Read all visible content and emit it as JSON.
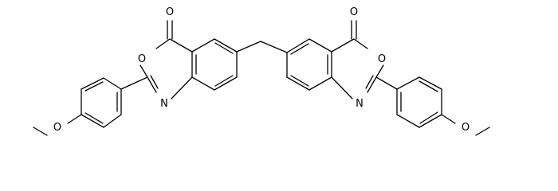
{
  "atoms": {
    "carbonyl_o_left": "O",
    "ring_o_left": "O",
    "ring_n_left": "N",
    "methoxy_o_left": "O",
    "carbonyl_o_right": "O",
    "ring_o_right": "O",
    "ring_n_right": "N",
    "methoxy_o_right": "O"
  }
}
